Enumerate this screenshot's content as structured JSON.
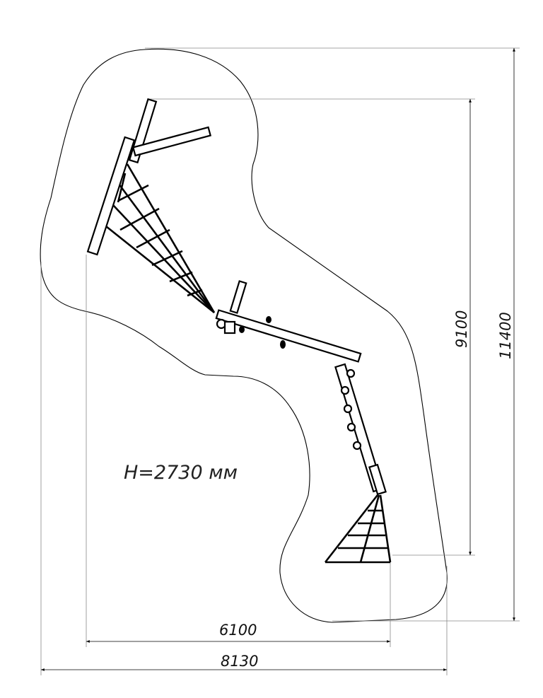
{
  "drawing": {
    "height_label": "H=2730 мм",
    "dimensions": {
      "inner_height": "9100",
      "outer_height": "11400",
      "inner_width": "6100",
      "outer_width": "8130"
    }
  }
}
